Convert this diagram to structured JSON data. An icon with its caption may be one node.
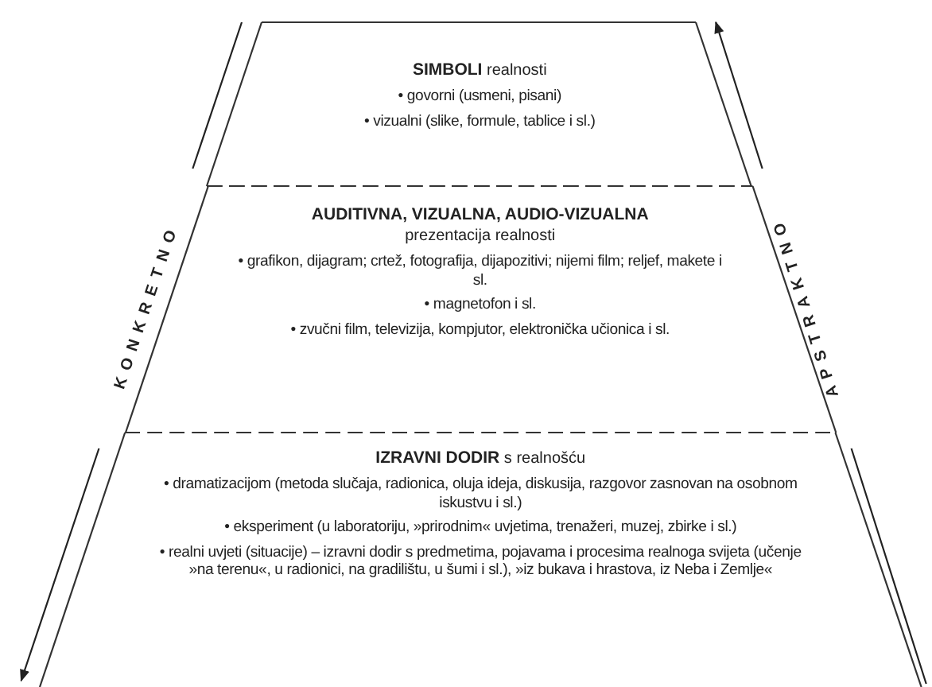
{
  "diagram": {
    "nodes": [
      {
        "text": [
          "**SIMBOLI** realnosti",
          "• govorni (usmeni, pisani)",
          "• vizualni (slike, formule, tablice i sl.)"
        ]
      },
      {
        "text": [
          "**AUDITIVNA, VIZUALNA, AUDIO-VIZUALNA** prezentacija realnosti",
          "• grafikon, dijagram; crtež, fotografija, dijapozitivi; nijemi film; reljef, makete i sl.",
          "• magnetofon i sl.",
          "• zvučni film, televizija, kompjutor, elektronička učionica i sl."
        ]
      },
      {
        "text": [
          "**IZRAVNI DODIR** s realnošću",
          "• dramatizacijom (metoda slučaja, radionica, oluja ideja, diskusija, razgovor zasnovan na osobnom iskustvu i sl.)",
          "• eksperiment (u laboratoriju, »prirodnim« uvjetima, trenažeri, muzej, zbirke i sl.)",
          "• realni uvjeti (situacije) – izravni dodir s predmetima, pojavama i procesima realnoga svijeta (učenje »na terenu«, u radionici, na gradilištu, u šumi i sl.), »iz bukava i hrastova, iz Neba i Zemlje«"
        ]
      }
    ],
    "labels": [
      "KONKRETNO",
      "APSTRAKTNO"
    ]
  }
}
